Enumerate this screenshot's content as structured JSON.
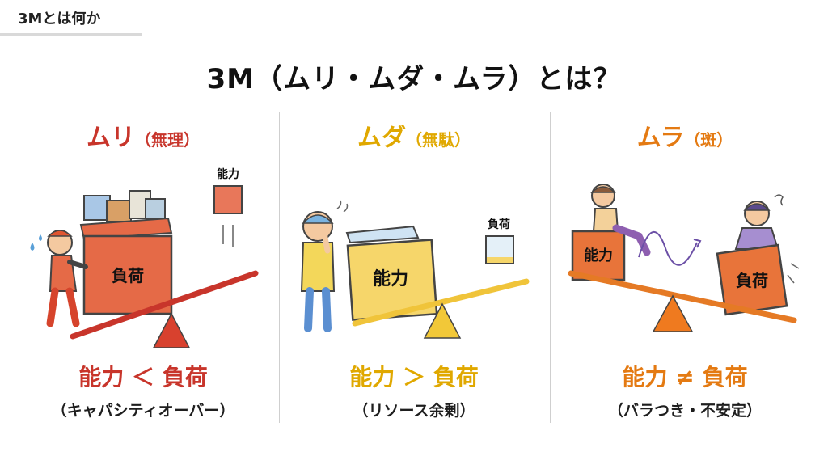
{
  "section_tag": "3Mとは何か",
  "main_title": "3M（ムリ・ムダ・ムラ）とは？",
  "colors": {
    "muri": "#c8352b",
    "muda": "#e0a800",
    "mura": "#e47a12",
    "divider": "#cfcfcf"
  },
  "columns": [
    {
      "title": "ムリ",
      "kanji": "（無理）",
      "box_label": "負荷",
      "small_label": "能力",
      "formula": "能力 ＜ 負荷",
      "caption": "（キャパシティオーバー）"
    },
    {
      "title": "ムダ",
      "kanji": "（無駄）",
      "box_label": "能力",
      "small_label": "負荷",
      "formula": "能力 ＞ 負荷",
      "caption": "（リソース余剰）"
    },
    {
      "title": "ムラ",
      "kanji": "（斑）",
      "left_box_label": "能力",
      "right_box_label": "負荷",
      "formula": "能力 ≠ 負荷",
      "caption": "（バラつき・不安定）"
    }
  ]
}
